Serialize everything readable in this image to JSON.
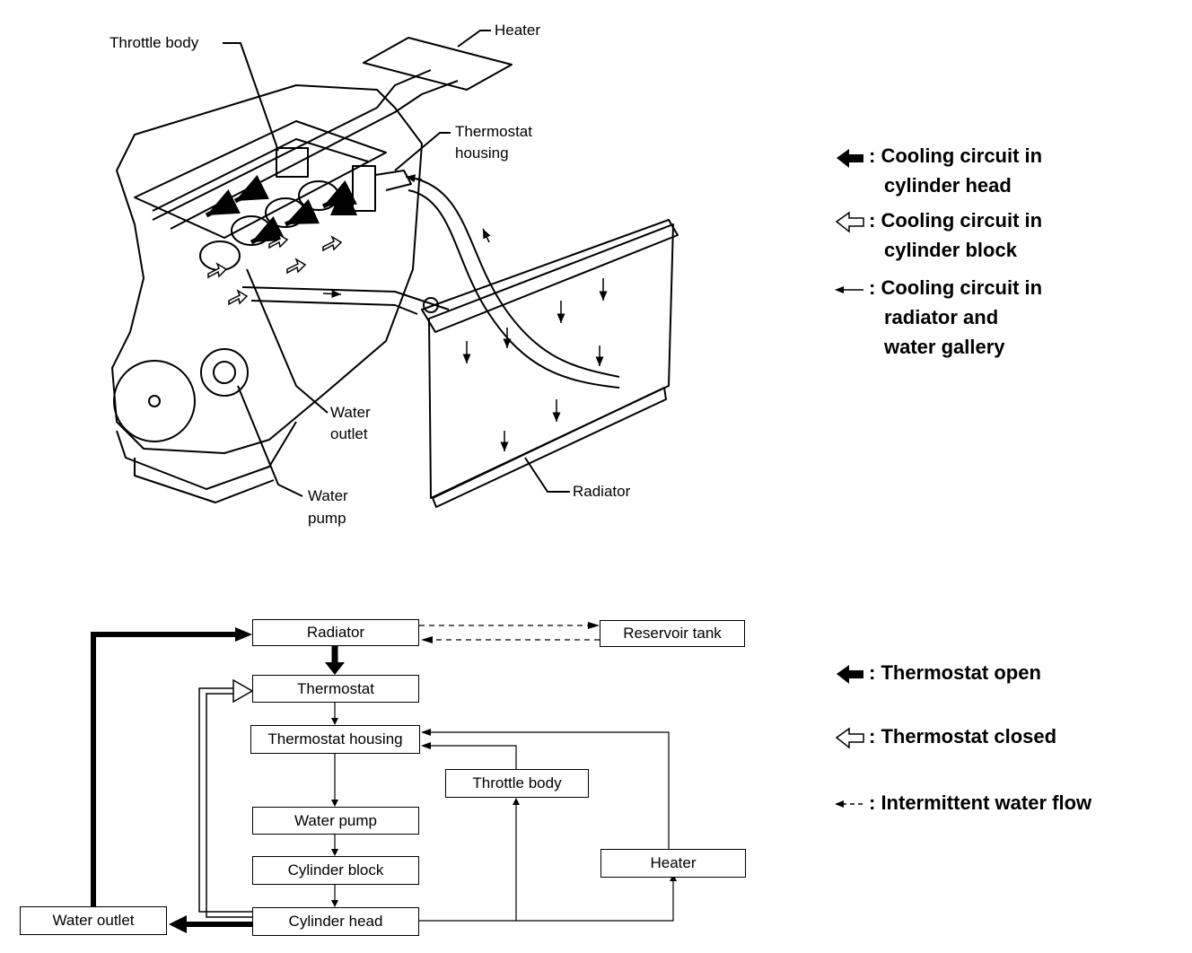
{
  "engine": {
    "labels": {
      "throttle_body": "Throttle body",
      "heater": "Heater",
      "thermostat_housing_1": "Thermostat",
      "thermostat_housing_2": "housing",
      "water_outlet_1": "Water",
      "water_outlet_2": "outlet",
      "water_pump_1": "Water",
      "water_pump_2": "pump",
      "radiator": "Radiator"
    }
  },
  "legend_top": [
    {
      "icon": "solid-arrow-icon",
      "lines": [
        ": Cooling circuit in",
        "cylinder head"
      ]
    },
    {
      "icon": "hollow-arrow-icon",
      "lines": [
        ": Cooling circuit in",
        "cylinder block"
      ]
    },
    {
      "icon": "thin-arrow-icon",
      "lines": [
        ": Cooling circuit in",
        "radiator and",
        "water gallery"
      ]
    }
  ],
  "flow": {
    "radiator": "Radiator",
    "reservoir_tank": "Reservoir tank",
    "thermostat": "Thermostat",
    "thermostat_housing": "Thermostat housing",
    "throttle_body": "Throttle body",
    "water_pump": "Water pump",
    "cylinder_block": "Cylinder block",
    "heater": "Heater",
    "cylinder_head": "Cylinder head",
    "water_outlet": "Water outlet"
  },
  "legend_bottom": [
    {
      "icon": "solid-arrow-icon",
      "text": ": Thermostat open"
    },
    {
      "icon": "hollow-arrow-icon",
      "text": ": Thermostat closed"
    },
    {
      "icon": "dashed-arrow-icon",
      "text": ": Intermittent water flow"
    }
  ]
}
